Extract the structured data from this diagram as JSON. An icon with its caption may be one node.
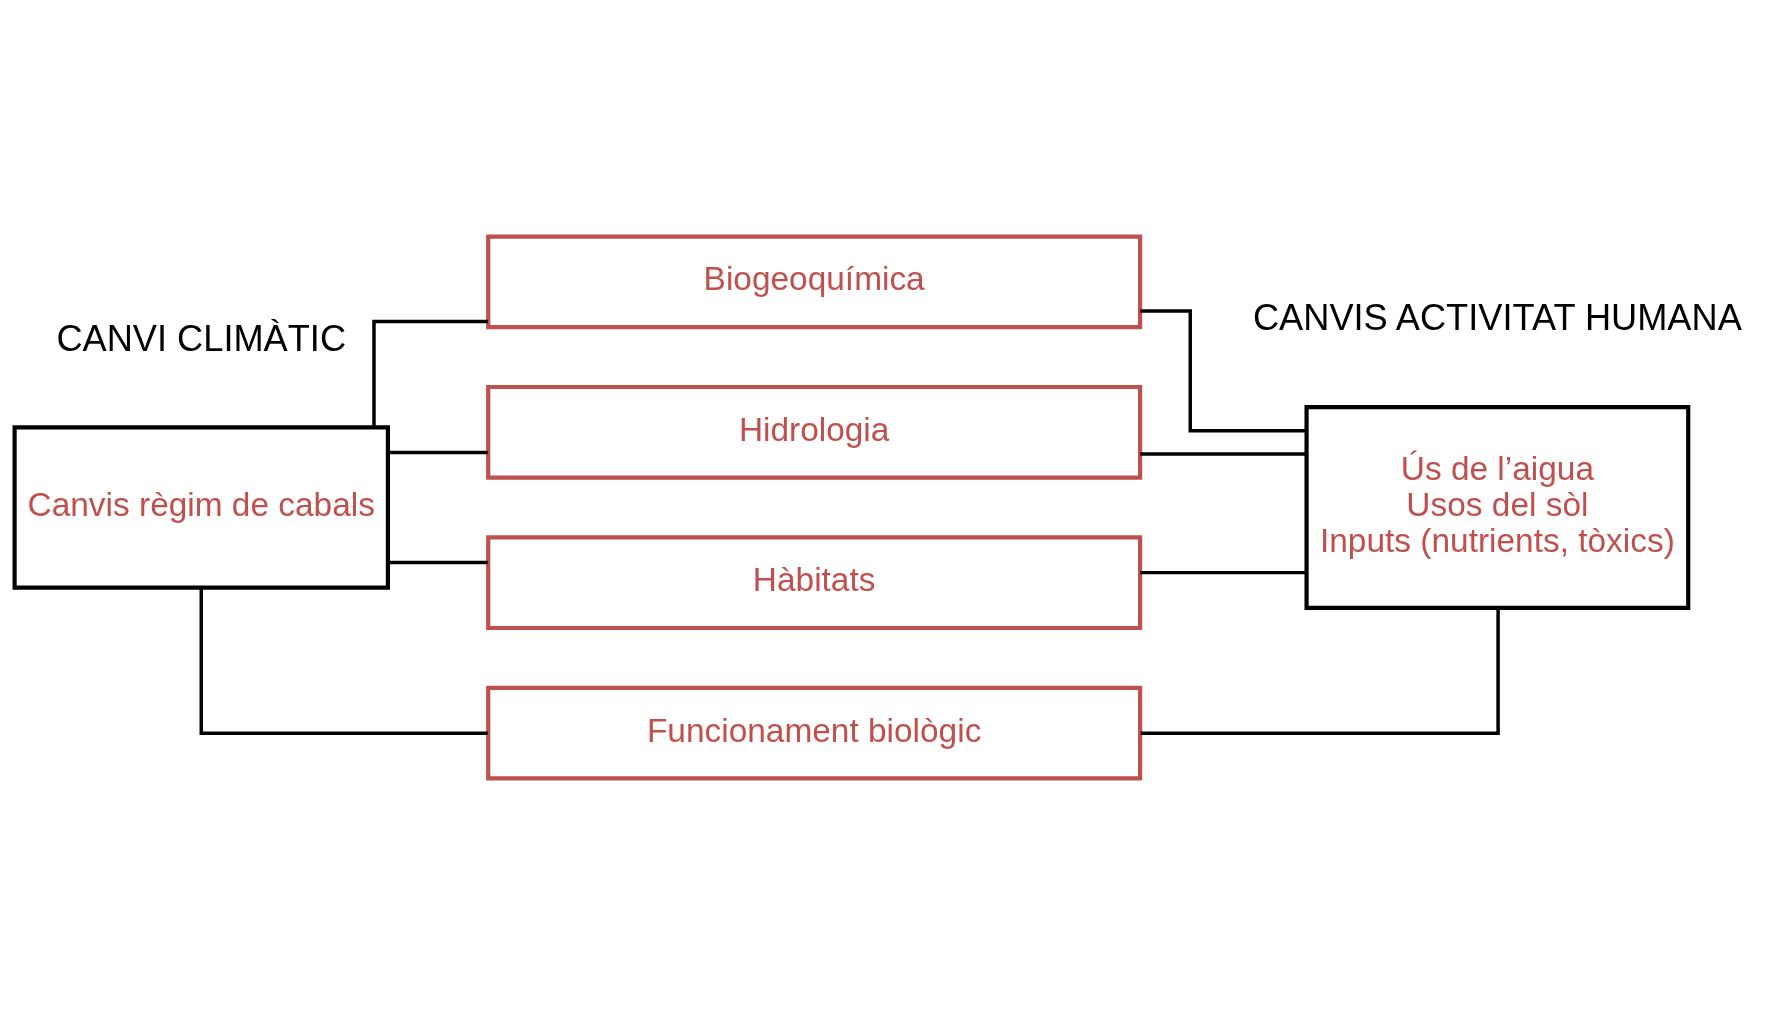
{
  "diagram": {
    "nodes": [
      {
        "text": [
          "Canvis règim de cabals"
        ]
      },
      {
        "text": [
          "Biogeoquímica"
        ]
      },
      {
        "text": [
          "Hidrologia"
        ]
      },
      {
        "text": [
          "Hàbitats"
        ]
      },
      {
        "text": [
          "Funcionament biològic"
        ]
      },
      {
        "text": [
          "Ús de l’aigua",
          "Usos del sòl",
          "Inputs (nutrients, tòxics)"
        ]
      }
    ],
    "edges": [
      {
        "from": 0,
        "to": 1,
        "arrow": "none"
      },
      {
        "from": 0,
        "to": 2,
        "arrow": "none"
      },
      {
        "from": 0,
        "to": 3,
        "arrow": "none"
      },
      {
        "from": 0,
        "to": 4,
        "arrow": "none"
      },
      {
        "from": 1,
        "to": 5,
        "arrow": "none"
      },
      {
        "from": 2,
        "to": 5,
        "arrow": "none"
      },
      {
        "from": 3,
        "to": 5,
        "arrow": "none"
      },
      {
        "from": 4,
        "to": 5,
        "arrow": "none"
      }
    ],
    "labels": [
      "CANVI CLIMÀTIC",
      "CANVIS ACTIVITAT HUMANA"
    ]
  }
}
